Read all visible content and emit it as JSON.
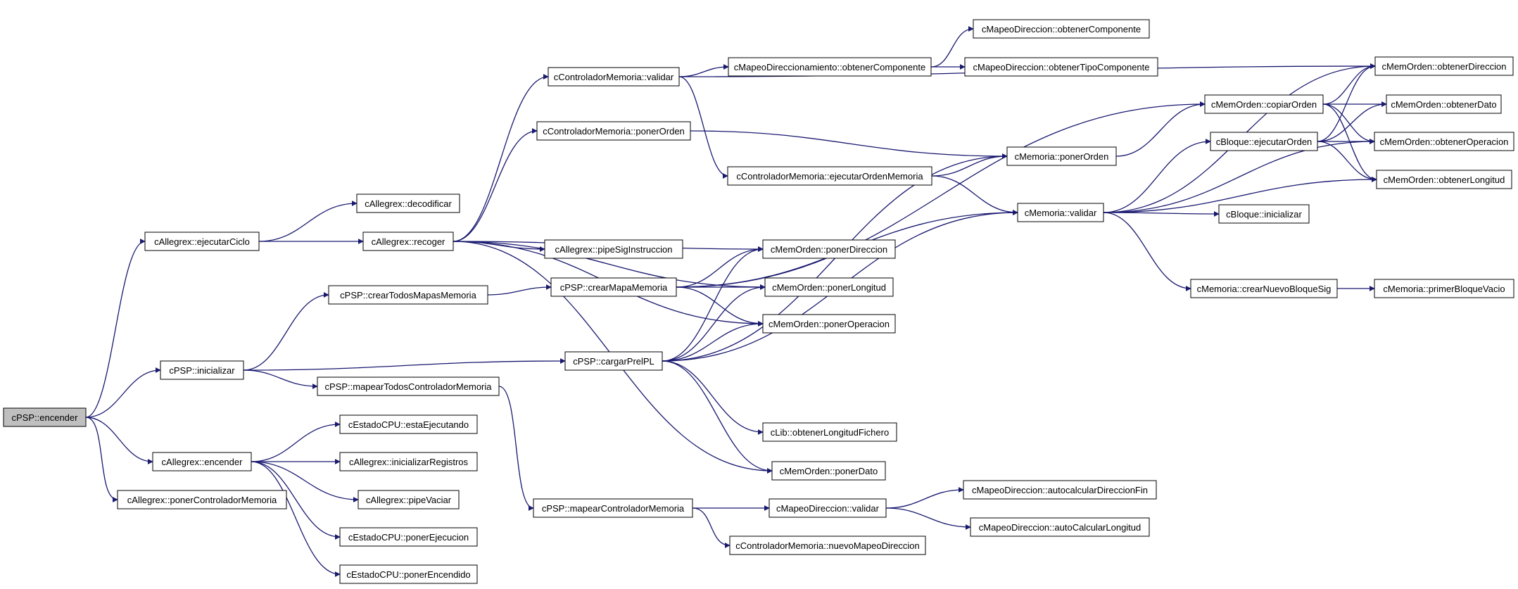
{
  "colors": {
    "edge": "#191970",
    "node_border": "#000000",
    "node_fill": "#ffffff",
    "root_fill": "#bfbfbf"
  },
  "nodes": {
    "psp_encender": "cPSP::encender",
    "allegrex_ejecutarCiclo": "cAllegrex::ejecutarCiclo",
    "psp_inicializar": "cPSP::inicializar",
    "allegrex_encender": "cAllegrex::encender",
    "allegrex_ponerControladorMemoria": "cAllegrex::ponerControladorMemoria",
    "allegrex_decodificar": "cAllegrex::decodificar",
    "allegrex_recoger": "cAllegrex::recoger",
    "psp_crearTodosMapasMemoria": "cPSP::crearTodosMapasMemoria",
    "psp_mapearTodosControladorMemoria": "cPSP::mapearTodosControladorMemoria",
    "estadocpu_estaEjecutando": "cEstadoCPU::estaEjecutando",
    "allegrex_inicializarRegistros": "cAllegrex::inicializarRegistros",
    "allegrex_pipeVaciar": "cAllegrex::pipeVaciar",
    "estadocpu_ponerEjecucion": "cEstadoCPU::ponerEjecucion",
    "estadocpu_ponerEncendido": "cEstadoCPU::ponerEncendido",
    "controlador_validar": "cControladorMemoria::validar",
    "controlador_ponerOrden": "cControladorMemoria::ponerOrden",
    "allegrex_pipeSigInstruccion": "cAllegrex::pipeSigInstruccion",
    "psp_crearMapaMemoria": "cPSP::crearMapaMemoria",
    "psp_cargarPrelPL": "cPSP::cargarPrelPL",
    "psp_mapearControladorMemoria": "cPSP::mapearControladorMemoria",
    "mapeoDireccionamiento_obtenerComponente": "cMapeoDireccionamiento::obtenerComponente",
    "controlador_ejecutarOrdenMemoria": "cControladorMemoria::ejecutarOrdenMemoria",
    "memorden_ponerDireccion": "cMemOrden::ponerDireccion",
    "memorden_ponerLongitud": "cMemOrden::ponerLongitud",
    "memorden_ponerOperacion": "cMemOrden::ponerOperacion",
    "lib_obtenerLongitudFichero": "cLib::obtenerLongitudFichero",
    "memorden_ponerDato": "cMemOrden::ponerDato",
    "mapeoDireccion_validar": "cMapeoDireccion::validar",
    "controlador_nuevoMapeoDireccion": "cControladorMemoria::nuevoMapeoDireccion",
    "mapeoDireccion_obtenerComponente": "cMapeoDireccion::obtenerComponente",
    "mapeoDireccion_obtenerTipoComponente": "cMapeoDireccion::obtenerTipoComponente",
    "memoria_ponerOrden": "cMemoria::ponerOrden",
    "memoria_validar": "cMemoria::validar",
    "mapeoDireccion_autocalcularDireccionFin": "cMapeoDireccion::autocalcularDireccionFin",
    "mapeoDireccion_autoCalcularLongitud": "cMapeoDireccion::autoCalcularLongitud",
    "memorden_copiarOrden": "cMemOrden::copiarOrden",
    "bloque_ejecutarOrden": "cBloque::ejecutarOrden",
    "bloque_inicializar": "cBloque::inicializar",
    "memoria_crearNuevoBloqueSig": "cMemoria::crearNuevoBloqueSig",
    "memorden_obtenerDireccion": "cMemOrden::obtenerDireccion",
    "memorden_obtenerDato": "cMemOrden::obtenerDato",
    "memorden_obtenerOperacion": "cMemOrden::obtenerOperacion",
    "memorden_obtenerLongitud": "cMemOrden::obtenerLongitud",
    "memoria_primerBloqueVacio": "cMemoria::primerBloqueVacio"
  },
  "edges": [
    [
      "psp_encender",
      "allegrex_ejecutarCiclo"
    ],
    [
      "psp_encender",
      "psp_inicializar"
    ],
    [
      "psp_encender",
      "allegrex_encender"
    ],
    [
      "psp_encender",
      "allegrex_ponerControladorMemoria"
    ],
    [
      "allegrex_ejecutarCiclo",
      "allegrex_decodificar"
    ],
    [
      "allegrex_ejecutarCiclo",
      "allegrex_recoger"
    ],
    [
      "psp_inicializar",
      "psp_crearTodosMapasMemoria"
    ],
    [
      "psp_inicializar",
      "psp_cargarPrelPL"
    ],
    [
      "psp_inicializar",
      "psp_mapearTodosControladorMemoria"
    ],
    [
      "allegrex_encender",
      "estadocpu_estaEjecutando"
    ],
    [
      "allegrex_encender",
      "allegrex_inicializarRegistros"
    ],
    [
      "allegrex_encender",
      "allegrex_pipeVaciar"
    ],
    [
      "allegrex_encender",
      "estadocpu_ponerEjecucion"
    ],
    [
      "allegrex_encender",
      "estadocpu_ponerEncendido"
    ],
    [
      "allegrex_recoger",
      "controlador_validar"
    ],
    [
      "allegrex_recoger",
      "controlador_ponerOrden"
    ],
    [
      "allegrex_recoger",
      "allegrex_pipeSigInstruccion"
    ],
    [
      "allegrex_recoger",
      "memorden_ponerDireccion"
    ],
    [
      "allegrex_recoger",
      "memorden_ponerLongitud"
    ],
    [
      "allegrex_recoger",
      "memorden_ponerOperacion"
    ],
    [
      "allegrex_recoger",
      "memorden_ponerDato"
    ],
    [
      "psp_crearTodosMapasMemoria",
      "psp_crearMapaMemoria"
    ],
    [
      "psp_mapearTodosControladorMemoria",
      "psp_mapearControladorMemoria"
    ],
    [
      "controlador_validar",
      "mapeoDireccionamiento_obtenerComponente"
    ],
    [
      "controlador_validar",
      "memorden_obtenerDireccion"
    ],
    [
      "controlador_validar",
      "controlador_ejecutarOrdenMemoria"
    ],
    [
      "controlador_ponerOrden",
      "memoria_ponerOrden"
    ],
    [
      "psp_crearMapaMemoria",
      "memorden_copiarOrden"
    ],
    [
      "psp_crearMapaMemoria",
      "memorden_ponerDireccion"
    ],
    [
      "psp_crearMapaMemoria",
      "memorden_ponerLongitud"
    ],
    [
      "psp_crearMapaMemoria",
      "memorden_ponerOperacion"
    ],
    [
      "psp_crearMapaMemoria",
      "memoria_validar"
    ],
    [
      "psp_cargarPrelPL",
      "memorden_ponerDireccion"
    ],
    [
      "psp_cargarPrelPL",
      "memorden_ponerLongitud"
    ],
    [
      "psp_cargarPrelPL",
      "memorden_ponerOperacion"
    ],
    [
      "psp_cargarPrelPL",
      "memoria_ponerOrden"
    ],
    [
      "psp_cargarPrelPL",
      "memoria_validar"
    ],
    [
      "psp_cargarPrelPL",
      "lib_obtenerLongitudFichero"
    ],
    [
      "psp_cargarPrelPL",
      "memorden_ponerDato"
    ],
    [
      "psp_mapearControladorMemoria",
      "mapeoDireccion_validar"
    ],
    [
      "psp_mapearControladorMemoria",
      "controlador_nuevoMapeoDireccion"
    ],
    [
      "mapeoDireccionamiento_obtenerComponente",
      "mapeoDireccion_obtenerComponente"
    ],
    [
      "mapeoDireccionamiento_obtenerComponente",
      "mapeoDireccion_obtenerTipoComponente"
    ],
    [
      "controlador_ejecutarOrdenMemoria",
      "memoria_ponerOrden"
    ],
    [
      "controlador_ejecutarOrdenMemoria",
      "memoria_validar"
    ],
    [
      "mapeoDireccion_validar",
      "mapeoDireccion_autocalcularDireccionFin"
    ],
    [
      "mapeoDireccion_validar",
      "mapeoDireccion_autoCalcularLongitud"
    ],
    [
      "memoria_ponerOrden",
      "memorden_copiarOrden"
    ],
    [
      "memoria_validar",
      "memorden_obtenerDireccion"
    ],
    [
      "memoria_validar",
      "bloque_ejecutarOrden"
    ],
    [
      "memoria_validar",
      "memorden_obtenerOperacion"
    ],
    [
      "memoria_validar",
      "bloque_inicializar"
    ],
    [
      "memoria_validar",
      "memorden_obtenerLongitud"
    ],
    [
      "memoria_validar",
      "memoria_crearNuevoBloqueSig"
    ],
    [
      "memorden_copiarOrden",
      "memorden_obtenerDireccion"
    ],
    [
      "memorden_copiarOrden",
      "memorden_obtenerDato"
    ],
    [
      "memorden_copiarOrden",
      "memorden_obtenerOperacion"
    ],
    [
      "memorden_copiarOrden",
      "memorden_obtenerLongitud"
    ],
    [
      "bloque_ejecutarOrden",
      "memorden_obtenerDireccion"
    ],
    [
      "bloque_ejecutarOrden",
      "memorden_obtenerDato"
    ],
    [
      "bloque_ejecutarOrden",
      "memorden_obtenerOperacion"
    ],
    [
      "bloque_ejecutarOrden",
      "memorden_obtenerLongitud"
    ],
    [
      "memoria_crearNuevoBloqueSig",
      "memoria_primerBloqueVacio"
    ]
  ]
}
